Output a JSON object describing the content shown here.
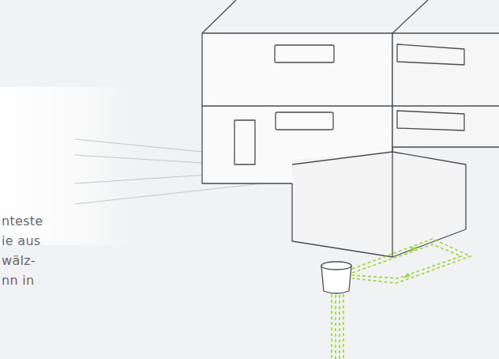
{
  "diagram": {
    "labels": [
      "nteste",
      "ie aus",
      "wälz-",
      "nn in"
    ]
  }
}
